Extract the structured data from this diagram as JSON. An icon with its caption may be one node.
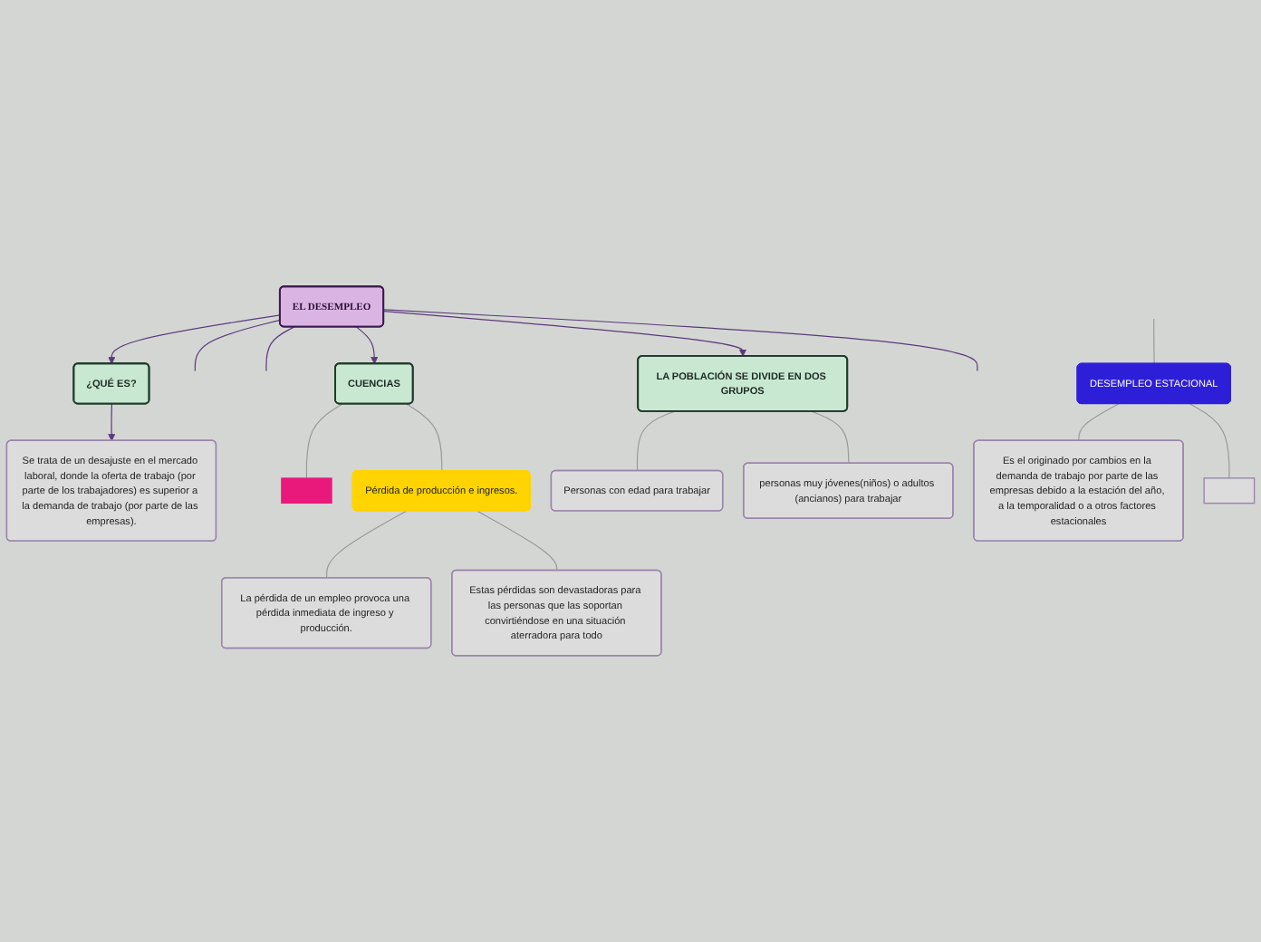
{
  "diagram": {
    "nodes": [
      {
        "text": [
          "EL DESEMPLEO"
        ]
      },
      {
        "text": [
          "¿QUÉ ES?"
        ]
      },
      {
        "text": [
          "Se trata de un desajuste en el mercado laboral, donde la oferta de trabajo (por parte de los trabajadores) es superior a la demanda de trabajo (por parte de las empresas)."
        ]
      },
      {
        "text": [
          "CUENCIAS"
        ]
      },
      {
        "text": [],
        "shape": "box"
      },
      {
        "text": [
          "Pérdida de producción e ingresos."
        ]
      },
      {
        "text": [
          "La pérdida de un empleo provoca una pérdida inmediata de ingreso y producción."
        ]
      },
      {
        "text": [
          "Estas pérdidas son devastadoras para las personas que las soportan convirtiéndose en una situación aterradora para todo"
        ]
      },
      {
        "text": [
          "LA POBLACIÓN SE DIVIDE EN DOS GRUPOS"
        ]
      },
      {
        "text": [
          "Personas con edad para trabajar"
        ]
      },
      {
        "text": [
          "personas muy jóvenes(niños) o adultos (ancianos) para trabajar"
        ]
      },
      {
        "text": [
          "DESEMPLEO ESTACIONAL"
        ]
      },
      {
        "text": [
          "Es el originado por cambios en la demanda de trabajo por parte de las empresas debido a la estación del año, a la temporalidad o a otros factores estacionales"
        ]
      },
      {
        "text": [],
        "shape": "box"
      }
    ],
    "edges": [
      {
        "from": 0,
        "to": 1,
        "arrow": "to",
        "color": "#5b3a78"
      },
      {
        "from": 1,
        "to": 2,
        "arrow": "to",
        "color": "#5b3a78"
      },
      {
        "from": 0,
        "to": null,
        "arrow": "none",
        "color": "#5b3a78"
      },
      {
        "from": 0,
        "to": null,
        "arrow": "none",
        "color": "#5b3a78"
      },
      {
        "from": 0,
        "to": 3,
        "arrow": "to",
        "color": "#5b3a78"
      },
      {
        "from": 0,
        "to": 8,
        "arrow": "to",
        "color": "#5b3a78"
      },
      {
        "from": 0,
        "to": null,
        "arrow": "none",
        "color": "#5b3a78"
      },
      {
        "from": 3,
        "to": 4,
        "arrow": "none"
      },
      {
        "from": 3,
        "to": 5,
        "arrow": "none"
      },
      {
        "from": 5,
        "to": 6,
        "arrow": "none"
      },
      {
        "from": 5,
        "to": 7,
        "arrow": "none"
      },
      {
        "from": 8,
        "to": 9,
        "arrow": "none"
      },
      {
        "from": 8,
        "to": 10,
        "arrow": "none"
      },
      {
        "from": null,
        "to": 11,
        "arrow": "none"
      },
      {
        "from": 11,
        "to": 12,
        "arrow": "none"
      },
      {
        "from": 11,
        "to": 13,
        "arrow": "none"
      }
    ]
  }
}
